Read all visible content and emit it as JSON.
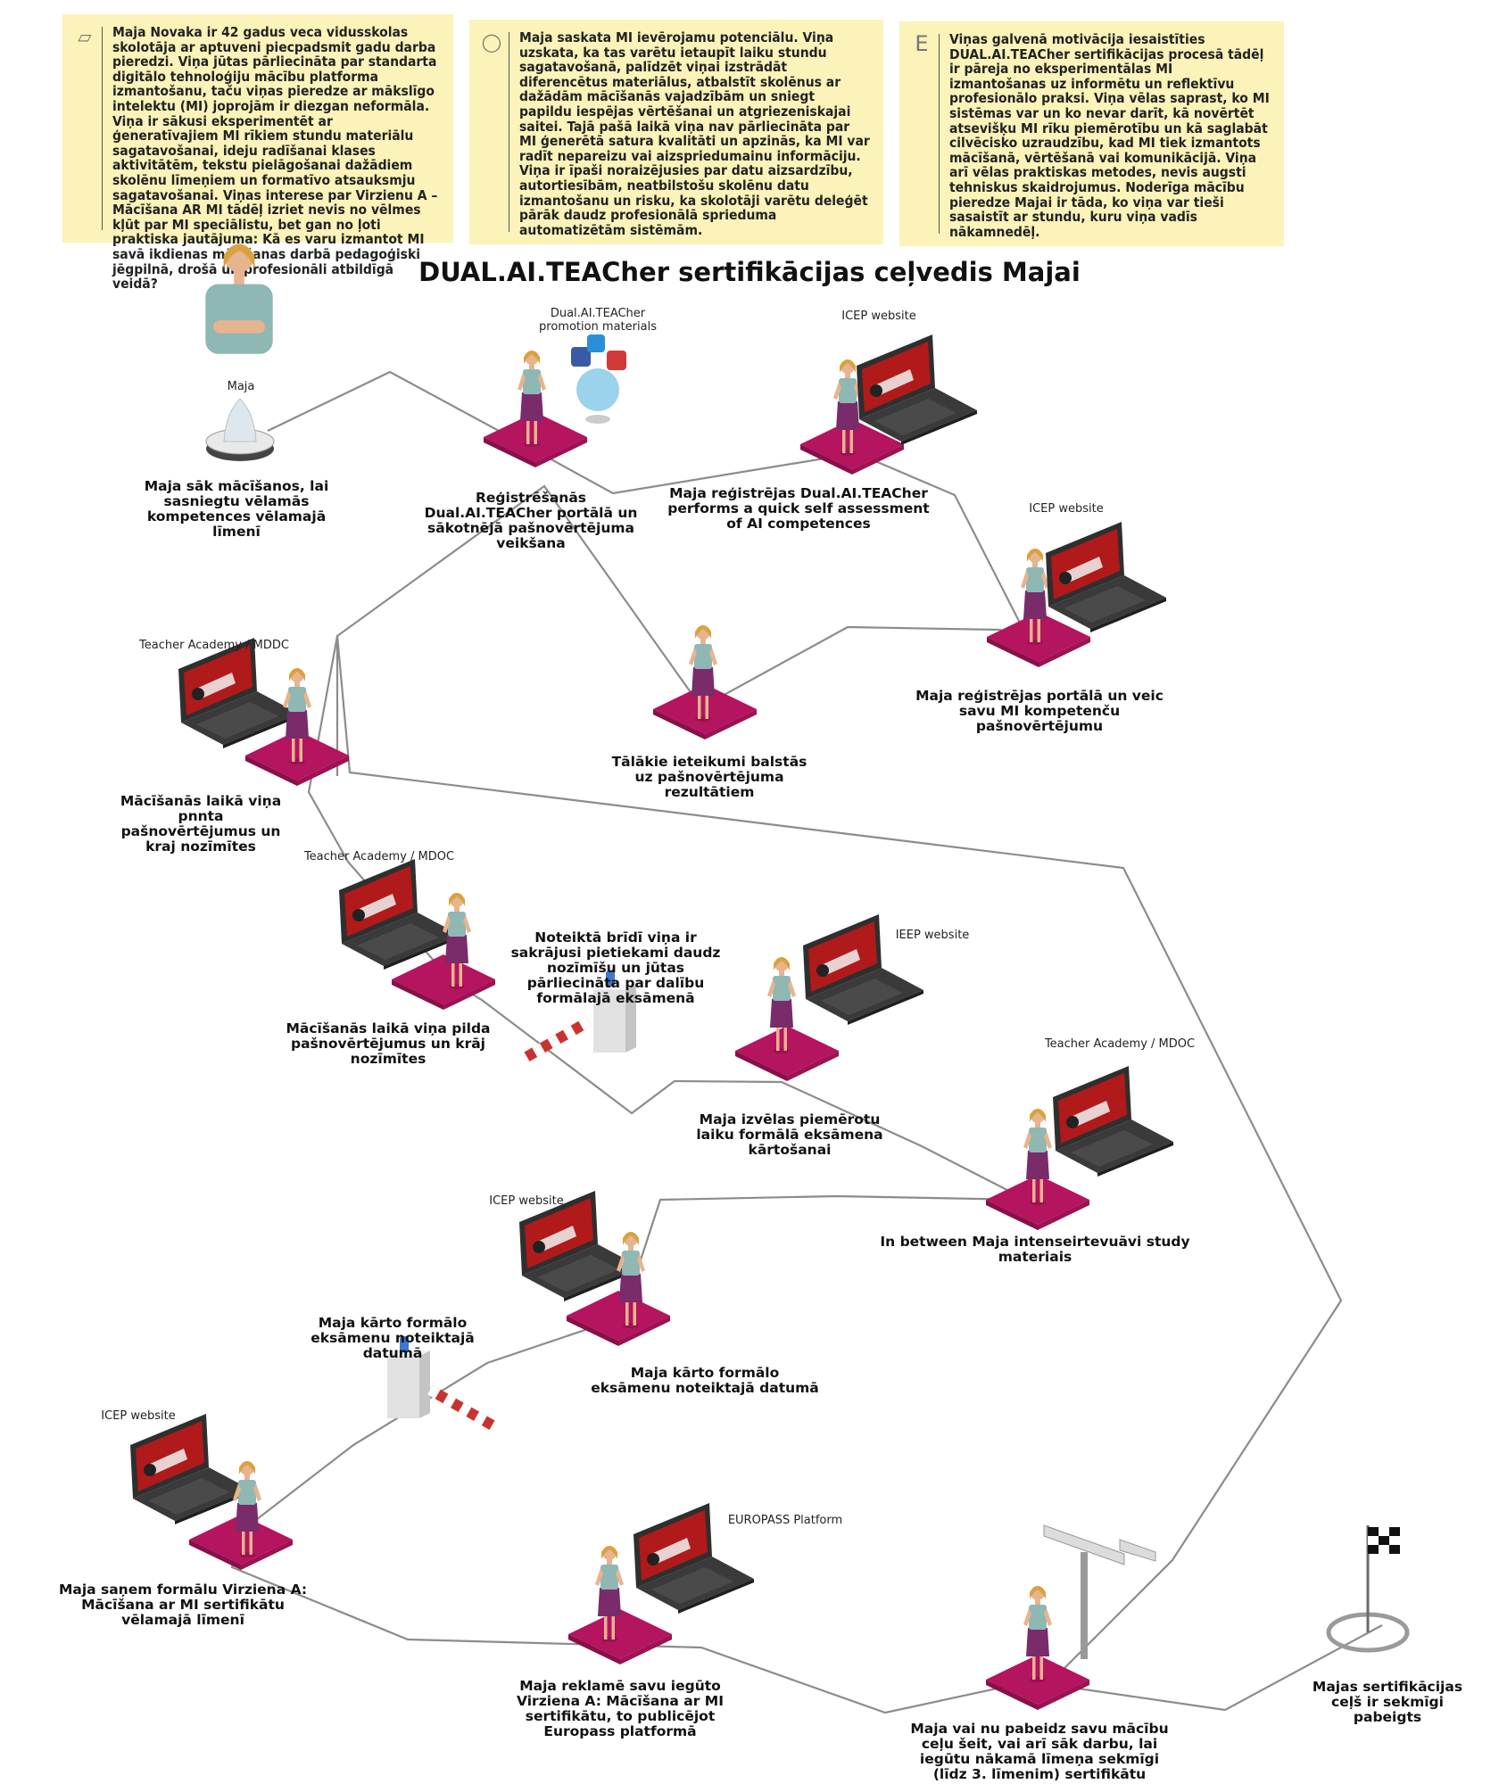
{
  "notes": [
    {
      "icon": "hat-icon",
      "text": "Maja Novaka ir 42 gadus veca vidusskolas skolotāja ar aptuveni piecpadsmit gadu darba pieredzi. Viņa jūtas pārliecināta par standarta digitālo tehnoloģiju mācību platforma izmantošanu, taču viņas pieredze ar mākslīgo intelektu (MI) joprojām ir diezgan neformāla. Viņa ir sākusi eksperimentēt ar ģeneratīvajiem MI rīkiem stundu materiālu sagatavošanai, ideju radīšanai klases aktivitātēm, tekstu pielāgošanai dažādiem skolēnu līmeņiem un formatīvo atsauksmju sagatavošanai. Viņas interese par Virzienu A – Mācīšana AR MI tādēļ izriet nevis no vēlmes kļūt par MI speciālistu, bet gan no ļoti praktiska jautājuma: Kā es varu izmantot MI savā ikdienas mācīšanas darbā pedagoģiski jēgpilnā, drošā un profesionāli atbildīgā veidā?"
    },
    {
      "icon": "lightbulb-icon",
      "text": "Maja saskata MI ievērojamu potenciālu. Viņa uzskata, ka tas varētu ietaupīt laiku stundu sagatavošanā, palīdzēt viņai izstrādāt diferencētus materiālus, atbalstīt skolēnus ar dažādām mācīšanās vajadzībām un sniegt papildu iespējas vērtēšanai un atgriezeniskajai saitei. Tajā pašā laikā viņa nav pārliecināta par MI ģenerētā satura kvalitāti un apzinās, ka MI var radīt nepareizu vai aizspriedumainu informāciju. Viņa ir īpaši noraizējusies par datu aizsardzību, autortiesībām, neatbilstošu skolēnu datu izmantošanu un risku, ka skolotāji varētu deleģēt pārāk daudz profesionālā sprieduma automatizētām sistēmām."
    },
    {
      "icon": "letter-e-icon",
      "text": "Viņas galvenā motivācija iesaistīties DUAL.AI.TEACher sertifikācijas procesā tādēļ ir pāreja no eksperimentālas MI izmantošanas uz informētu un reflektīvu profesionālo praksi. Viņa vēlas saprast, ko MI sistēmas var un ko nevar darīt, kā novērtēt atsevišķu MI rīku piemērotību un kā saglabāt cilvēcisko uzraudzību, kad MI tiek izmantots mācīšanā, vērtēšanā vai komunikācijā. Viņa arī vēlas praktiskas metodes, nevis augsti tehniskus skaidrojumus. Noderīga mācību pieredze Majai ir tāda, ko viņa var tieši sasaistīt ar stundu, kuru viņa vadīs nākamnedēļ."
    }
  ],
  "title": "DUAL.AI.TEACher sertifikācijas ceļvedis Majai",
  "start": {
    "name": "Maja",
    "label": "Maja sāk mācīšanos, lai sasniegtu vēlamās kompetences vēlamajā līmenī"
  },
  "steps": [
    {
      "source": "Dual.AI.TEACher promotion materials",
      "label": "Reģistrēšanās Dual.AI.TEACher portālā un sākotnējā pašnovērtējuma veikšana"
    },
    {
      "source": "ICEP website",
      "label": "Maja reģistrējas Dual.AI.TEACher performs a quick self assessment of AI competences"
    },
    {
      "source": "ICEP website",
      "label": "Maja reģistrējas portālā un veic savu MI kompetenču pašnovērtējumu"
    },
    {
      "source": "",
      "label": "Tālākie ieteikumi balstās uz pašnovērtējuma rezultātiem"
    },
    {
      "source": "Teacher Academy / MDDC",
      "label": "Mācīšanās laikā viņa pnnta pašnovērtējumus un kraj nozīmītes"
    },
    {
      "source": "Teacher Academy / MDOC",
      "label": "Mācīšanās laikā viņa pilda pašnovērtējumus un krāj nozīmītes"
    },
    {
      "source": "IEEP website",
      "label": "Maja izvēlas piemērotu laiku formālā eksāmena kārtošanai"
    },
    {
      "source": "Teacher Academy / MDOC",
      "label": "In between Maja intenseirtevuāvi study materiais"
    },
    {
      "source": "ICEP website",
      "label": "Maja kārto formālo eksāmenu noteiktajā datumā"
    },
    {
      "source": "ICEP website",
      "label": "Maja saņem formālu Virziena A: Mācīšana ar MI sertifikātu vēlamajā līmenī"
    },
    {
      "source": "EUROPASS Platform",
      "label": "Maja reklamē savu iegūto Virziena A: Mācīšana ar MI sertifikātu, to publicējot Europass platformā"
    },
    {
      "source": "",
      "label": "Maja vai nu pabeidz savu mācību ceļu šeit, vai arī sāk darbu, lai iegūtu nākamā līmeņa sekmīgi (līdz 3. līmenim) sertifikātu"
    }
  ],
  "gates": [
    {
      "label": "Noteiktā brīdī viņa ir sakrājusi pietiekami daudz nozīmīšu un jūtas pārliecināta par dalību formālajā eksāmenā"
    },
    {
      "label": "Maja kārto formālo eksāmenu noteiktajā datumā"
    }
  ],
  "finish": {
    "label": "Majas sertifikācijas ceļš ir sekmīgi pabeigts"
  },
  "colors": {
    "note_bg": "#fbf3b9",
    "pad": "#b5145f",
    "pad_dark": "#8a0f48",
    "path": "#8c8c8c",
    "skirt": "#7a2b6a",
    "top": "#8fb7b4",
    "laptop": "#333333",
    "screen_red": "#b01a1a"
  }
}
